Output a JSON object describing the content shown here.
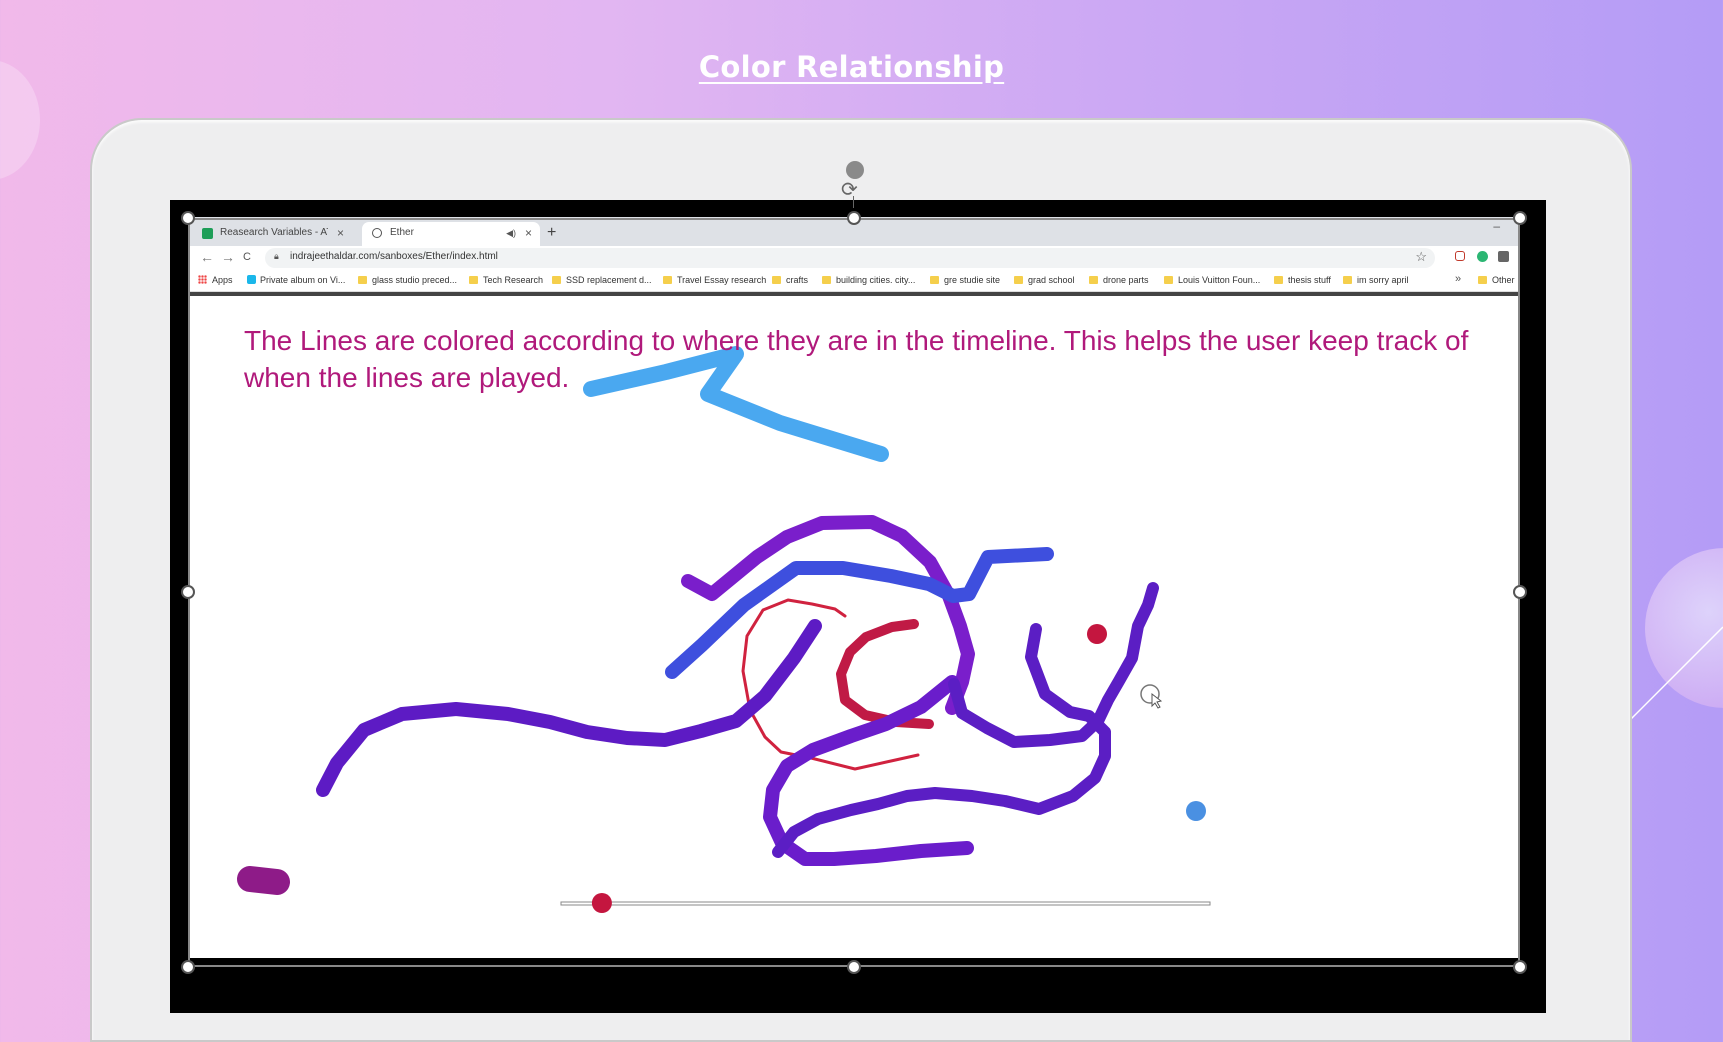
{
  "slide": {
    "title": "Color Relationship"
  },
  "browser": {
    "tabs": [
      {
        "title": "Reasearch Variables - ATYP AM",
        "close": "×",
        "favicon_color": "#1e9e58"
      },
      {
        "title": "Ether",
        "close": "×",
        "audio_icon": "◀)",
        "favicon_color": "#555555"
      }
    ],
    "new_tab": "+",
    "window_minimize": "–",
    "nav": {
      "back": "←",
      "forward": "→",
      "reload": "C"
    },
    "address": "indrajeethaldar.com/sanboxes/Ether/index.html",
    "bookmark_star": "☆",
    "bookmarks": [
      "Apps",
      "Private album on Vi...",
      "glass studio preced...",
      "Tech Research",
      "SSD replacement d...",
      "Travel Essay research",
      "crafts",
      "building cities. city...",
      "gre studie site",
      "grad school",
      "drone parts",
      "Louis Vuitton Foun...",
      "thesis stuff",
      "im sorry april",
      "Other"
    ],
    "bookmarks_more": "»"
  },
  "page": {
    "caption": "The Lines are colored according to where they are in the timeline. This helps the user keep track of when the lines are played.",
    "timeline": {
      "progress": 0.063,
      "thumb_color": "#c4163f"
    },
    "stroke_colors": {
      "early": "#c4163f",
      "middle": "#7c1cc9",
      "late": "#3d52de",
      "latest": "#4aa8f0",
      "magenta": "#8e1b88"
    }
  }
}
